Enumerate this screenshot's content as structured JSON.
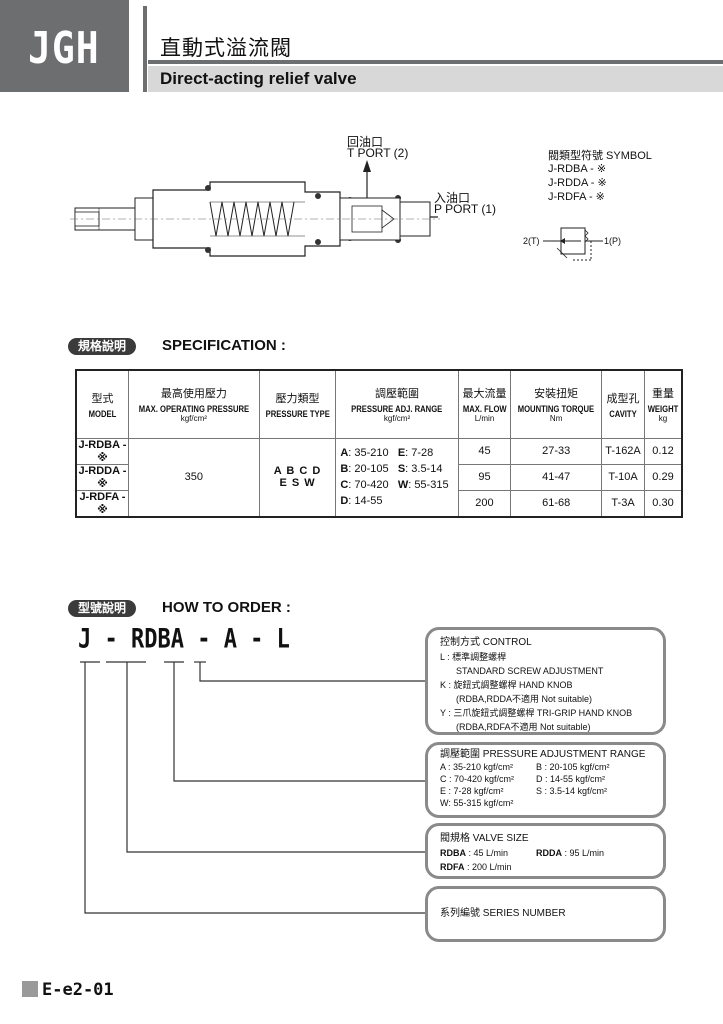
{
  "header": {
    "logo": "JGH",
    "title_cn": "直動式溢流閥",
    "title_en": "Direct-acting relief valve"
  },
  "drawing": {
    "t_port_cn": "回油口",
    "t_port_en": "T PORT (2)",
    "p_port_cn": "入油口",
    "p_port_en": "P PORT (1)"
  },
  "symbol": {
    "title": "閥類型符號 SYMBOL",
    "models": [
      "J-RDBA - ※",
      "J-RDDA - ※",
      "J-RDFA - ※"
    ],
    "left_label": "2(T)",
    "right_label": "1(P)"
  },
  "spec": {
    "badge": "規格說明",
    "title": "SPECIFICATION :",
    "headers": [
      {
        "cn": "型式",
        "en": "MODEL",
        "unit": ""
      },
      {
        "cn": "最高使用壓力",
        "en": "MAX. OPERATING PRESSURE",
        "unit": "kgf/cm²"
      },
      {
        "cn": "壓力類型",
        "en": "PRESSURE TYPE",
        "unit": ""
      },
      {
        "cn": "調壓範圍",
        "en": "PRESSURE ADJ. RANGE",
        "unit": "kgf/cm²"
      },
      {
        "cn": "最大流量",
        "en": "MAX. FLOW",
        "unit": "L/min"
      },
      {
        "cn": "安裝扭矩",
        "en": "MOUNTING TORQUE",
        "unit": "Nm"
      },
      {
        "cn": "成型孔",
        "en": "CAVITY",
        "unit": ""
      },
      {
        "cn": "重量",
        "en": "WEIGHT",
        "unit": "kg"
      }
    ],
    "pressure": "350",
    "types_line1": "A  B  C  D",
    "types_line2": "E  S  W",
    "ranges": [
      {
        "a": "A",
        "av": ": 35-210",
        "b": "E",
        "bv": ": 7-28"
      },
      {
        "a": "B",
        "av": ": 20-105",
        "b": "S",
        "bv": ": 3.5-14"
      },
      {
        "a": "C",
        "av": ": 70-420",
        "b": "W",
        "bv": ": 55-315"
      },
      {
        "a": "D",
        "av": ": 14-55",
        "b": "",
        "bv": ""
      }
    ],
    "rows": [
      {
        "model": "J-RDBA - ※",
        "flow": "45",
        "torque": "27-33",
        "cavity": "T-162A",
        "weight": "0.12"
      },
      {
        "model": "J-RDDA - ※",
        "flow": "95",
        "torque": "41-47",
        "cavity": "T-10A",
        "weight": "0.29"
      },
      {
        "model": "J-RDFA - ※",
        "flow": "200",
        "torque": "61-68",
        "cavity": "T-3A",
        "weight": "0.30"
      }
    ]
  },
  "order": {
    "badge": "型號說明",
    "title": "HOW TO ORDER :",
    "code": "J - RDBA - A - L",
    "control": {
      "head_cn": "控制方式",
      "head_en": "CONTROL",
      "l1": "L : 標準調整螺桿",
      "l2": "STANDARD SCREW ADJUSTMENT",
      "k1": "K : 旋鈕式調整螺桿  HAND KNOB",
      "k2": "(RDBA,RDDA不適用 Not suitable)",
      "y1": "Y : 三爪旋鈕式調整螺桿  TRI-GRIP HAND KNOB",
      "y2": "(RDBA,RDFA不適用 Not suitable)"
    },
    "range": {
      "head_cn": "調壓範圍",
      "head_en": "PRESSURE  ADJUSTMENT  RANGE",
      "items": [
        "A : 35-210  kgf/cm²",
        "B : 20-105  kgf/cm²",
        "C : 70-420  kgf/cm²",
        "D : 14-55  kgf/cm²",
        "E : 7-28  kgf/cm²",
        "S : 3.5-14  kgf/cm²",
        "W: 55-315  kgf/cm²",
        ""
      ]
    },
    "size": {
      "head_cn": "閥規格",
      "head_en": "VALVE SIZE",
      "rdba_k": "RDBA",
      "rdba_v": " : 45 L/min",
      "rdda_k": "RDDA",
      "rdda_v": " : 95 L/min",
      "rdfa_k": "RDFA",
      "rdfa_v": " : 200 L/min"
    },
    "series": {
      "head_cn": "系列編號",
      "head_en": "SERIES NUMBER"
    }
  },
  "footer": {
    "page": "E-e2-01"
  }
}
